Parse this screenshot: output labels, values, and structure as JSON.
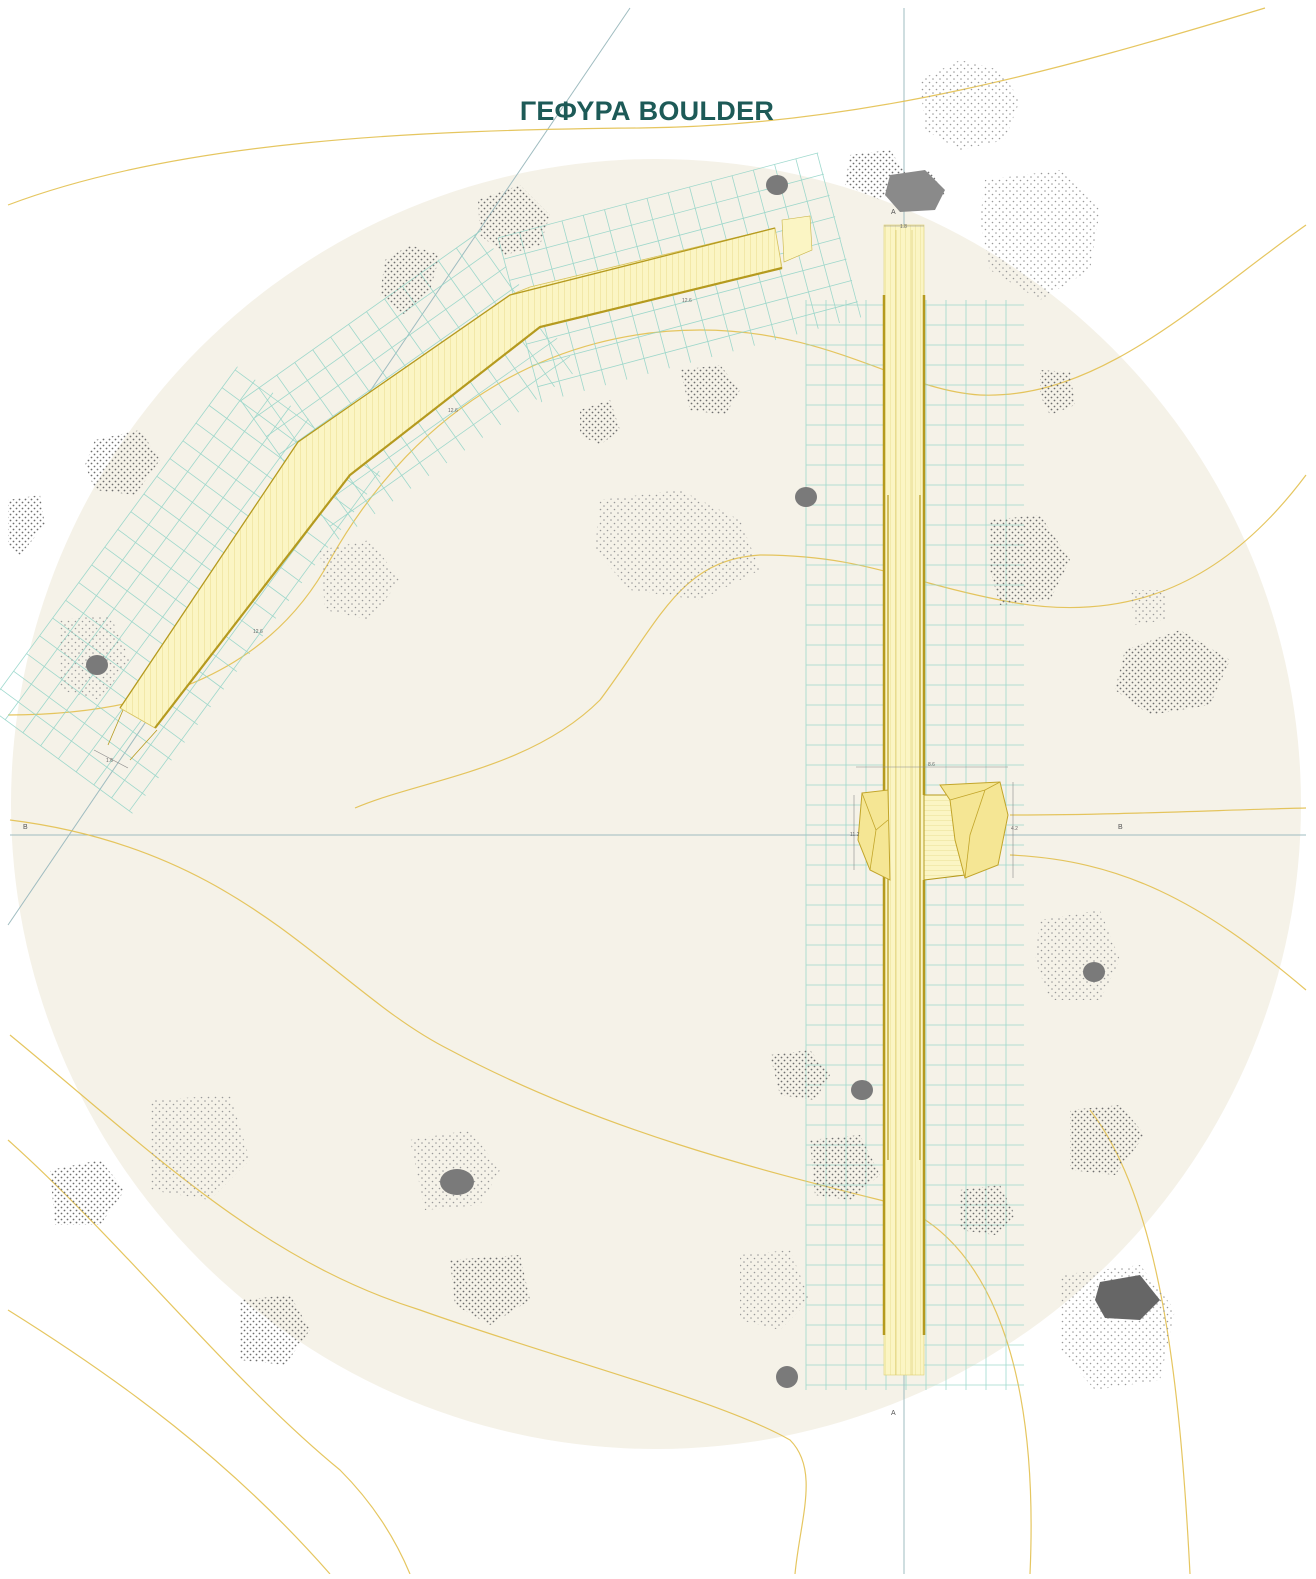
{
  "title": "ΓΕΦΥΡΑ BOULDER",
  "section_markers": {
    "a_top": "A",
    "a_bottom": "A",
    "b_left": "B",
    "b_right": "B"
  },
  "dimensions": {
    "top_width": "1.8",
    "seg1": "12.6",
    "seg2": "12.6",
    "seg3": "12.6",
    "start_width": "1.6",
    "platform_width": "8.6",
    "platform_height_left": "11.2",
    "platform_height_right": "4.2"
  },
  "colors": {
    "title": "#1d5a57",
    "site_circle": "#f5f2e8",
    "deck_fill": "#fbf5c4",
    "deck_edge": "#b59a1e",
    "contour": "#e3c04f",
    "grid": "#8fd3c6",
    "rock": "#7a7a7a"
  }
}
